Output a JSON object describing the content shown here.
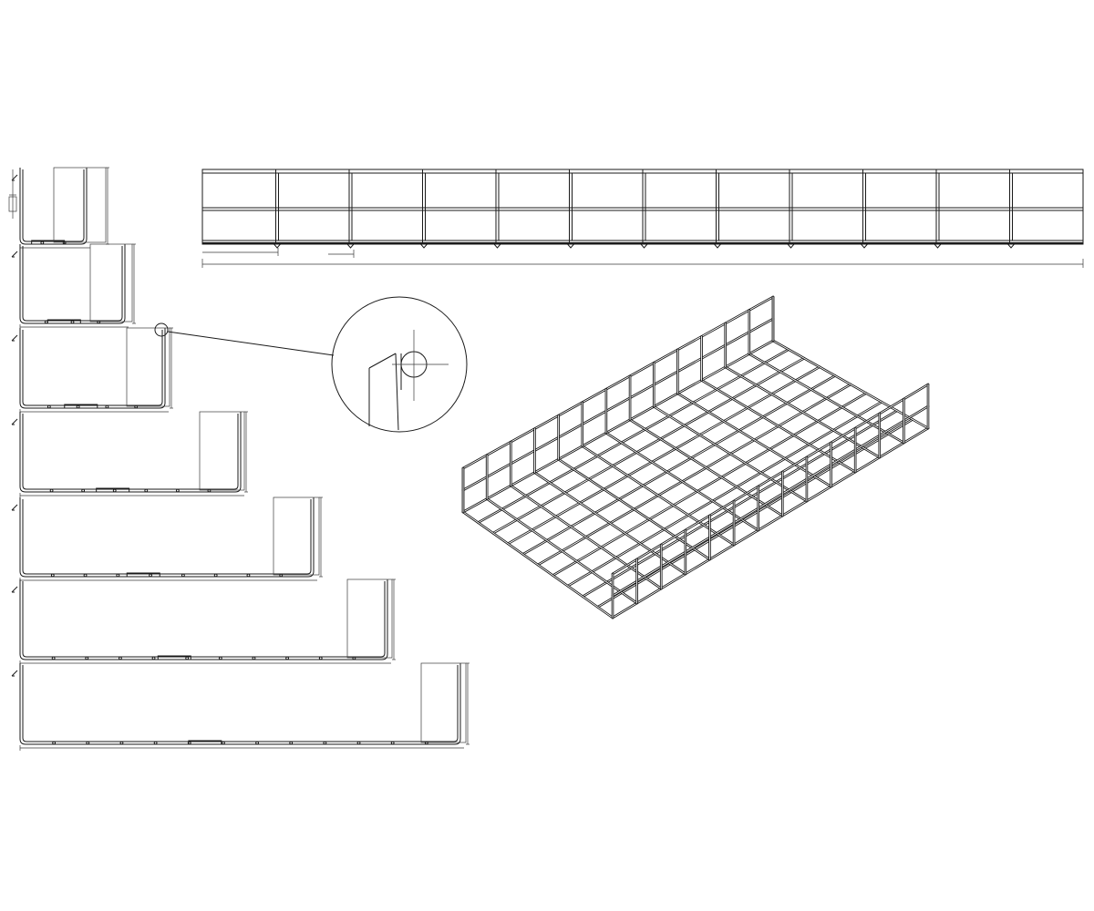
{
  "drawing": {
    "sections": [
      {
        "id": "s1",
        "dimension_labels": []
      },
      {
        "id": "s2",
        "dimension_labels": []
      },
      {
        "id": "s3",
        "dimension_labels": []
      },
      {
        "id": "s4",
        "dimension_labels": []
      },
      {
        "id": "s5",
        "dimension_labels": []
      },
      {
        "id": "s6",
        "dimension_labels": []
      },
      {
        "id": "s7",
        "dimension_labels": []
      }
    ],
    "side_view": {
      "segments": 12,
      "rows": 2
    },
    "iso_view": {
      "length_segments": 13,
      "width_segments": 10
    },
    "colors": {
      "line": "#1a1a1a",
      "background": "#ffffff"
    }
  }
}
